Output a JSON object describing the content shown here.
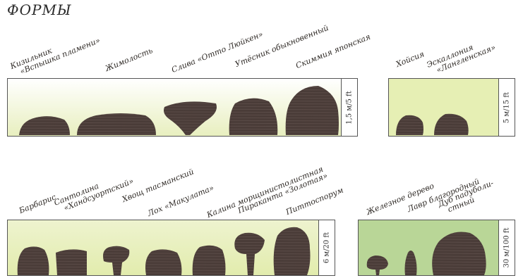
{
  "title": "ФОРМЫ",
  "groups": [
    {
      "scale": "1,5 м/5 ft",
      "plants": [
        {
          "name": "Кизильник",
          "name2": "«Вспышка пламени»"
        },
        {
          "name": "Жимолость"
        },
        {
          "name": "Слива «Отто Люйкен»"
        },
        {
          "name": "Утёсник обыкновенный"
        },
        {
          "name": "Скиммия японская"
        }
      ]
    },
    {
      "scale": "5 м/15 ft",
      "plants": [
        {
          "name": "Хойсия"
        },
        {
          "name": "Эскаллония",
          "name2": "«Лангленская»"
        }
      ]
    },
    {
      "scale": "6 м/20 ft",
      "plants": [
        {
          "name": "Барбарис"
        },
        {
          "name": "Сантолина",
          "name2": "«Хандсуортский»"
        },
        {
          "name": "Хвощ тасманский"
        },
        {
          "name": "Лох «Макулата»"
        },
        {
          "name": "Калина морщинистолистная"
        },
        {
          "name": "Пираканта «Золотая»"
        },
        {
          "name": "Питтоспорум"
        }
      ]
    },
    {
      "scale": "30 м/100 ft",
      "plants": [
        {
          "name": "Железное дерево"
        },
        {
          "name": "Лавр благородный"
        },
        {
          "name": "Дуб падуболи-",
          "name2": "стный"
        }
      ]
    }
  ],
  "colors": {
    "panel_light": "#f4f7e2",
    "panel_mid": "#dfe9a8",
    "panel_dark_green": "#b6d38f",
    "plant": "#4a3c38"
  }
}
